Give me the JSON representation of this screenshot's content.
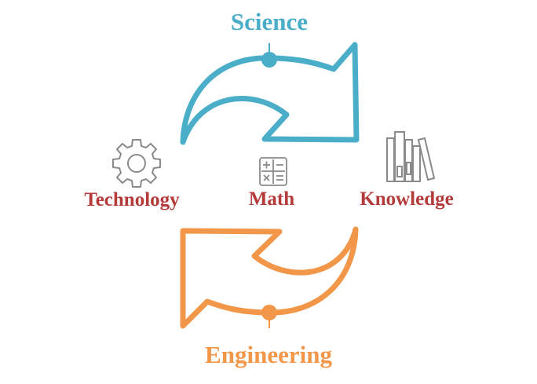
{
  "labels": {
    "science": "Science",
    "technology": "Technology",
    "math": "Math",
    "knowledge": "Knowledge",
    "engineering": "Engineering"
  },
  "icons": {
    "technology": "gear-icon",
    "math": "calculator-icon",
    "knowledge": "books-icon"
  },
  "colors": {
    "science": "#4aaec9",
    "engineering": "#f2974a",
    "text_red": "#b53a3a",
    "icon_gray": "#8a8a8a"
  }
}
